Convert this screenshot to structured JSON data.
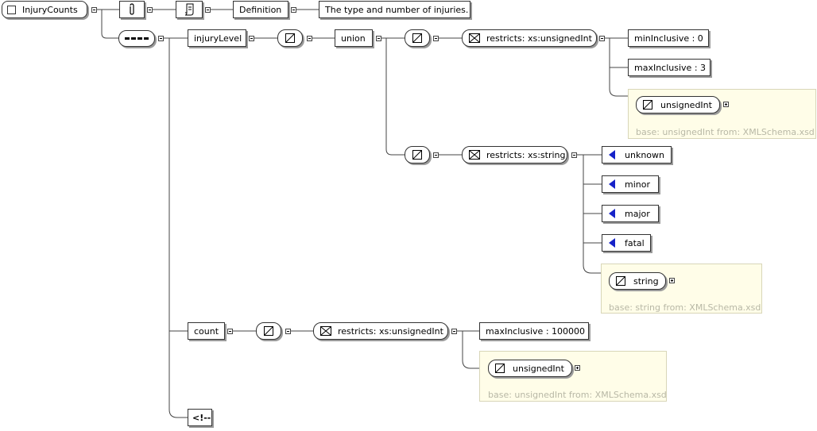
{
  "root": {
    "label": "InjuryCounts"
  },
  "annotation": {
    "label": "Definition",
    "text": "The type and number of injuries."
  },
  "injury_level": {
    "label": "injuryLevel",
    "union_label": "union",
    "uint_restriction": {
      "label": "restricts: xs:unsignedInt",
      "min": "minInclusive : 0",
      "max": "maxInclusive : 3",
      "base_type": "unsignedInt",
      "base_note": "base: unsignedInt from: XMLSchema.xsd"
    },
    "string_restriction": {
      "label": "restricts: xs:string",
      "enumerations": [
        "unknown",
        "minor",
        "major",
        "fatal"
      ],
      "base_type": "string",
      "base_note": "base: string from: XMLSchema.xsd"
    }
  },
  "count": {
    "label": "count",
    "restriction_label": "restricts: xs:unsignedInt",
    "max": "maxInclusive : 100000",
    "base_type": "unsignedInt",
    "base_note": "base: unsignedInt from: XMLSchema.xsd"
  },
  "comment": {
    "label": "<!--"
  }
}
